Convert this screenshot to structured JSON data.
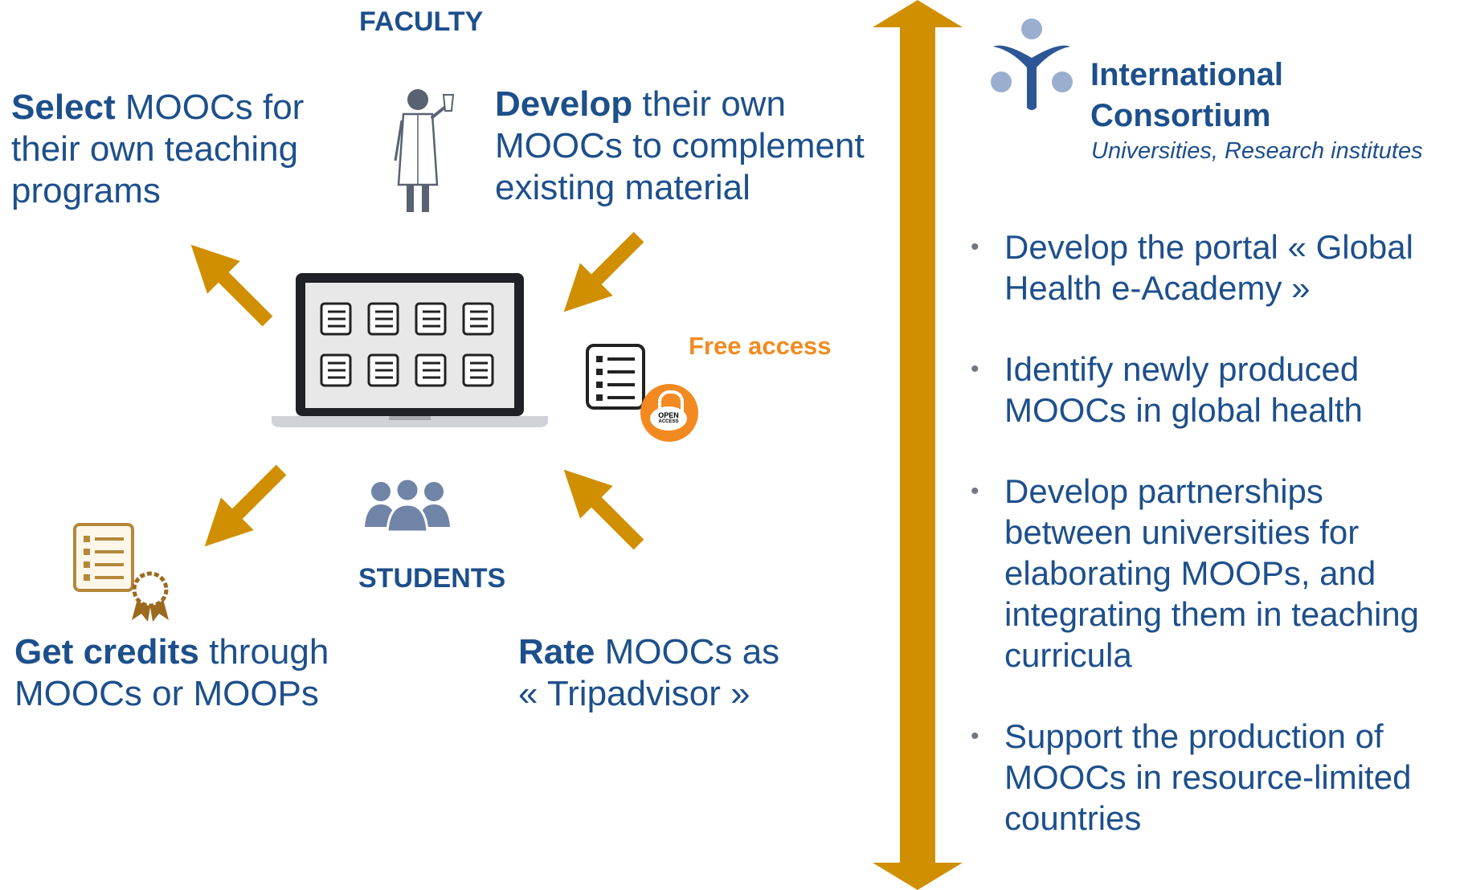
{
  "colors": {
    "arrow": "#d08f00",
    "text": "#1d4f8b",
    "free_access": "#f28a21",
    "people": "#6f84a6"
  },
  "faculty": {
    "heading": "FACULTY",
    "select": {
      "bold": "Select",
      "line1_rest": " MOOCs for",
      "line2": "their own teaching",
      "line3": "programs"
    },
    "develop": {
      "bold": "Develop",
      "line1_rest": " their own",
      "line2": "MOOCs to complement",
      "line3": "existing material"
    }
  },
  "free_access": "Free access",
  "open_access_badge": {
    "line1": "OPEN",
    "line2": "ACCESS"
  },
  "students": {
    "heading": "STUDENTS",
    "credits": {
      "bold": "Get credits",
      "line1_rest": " through",
      "line2": "MOOCs or MOOPs"
    },
    "rate": {
      "bold": "Rate",
      "line1_rest": " MOOCs as",
      "line2": "« Tripadvisor »"
    }
  },
  "consortium": {
    "title_line1": "International",
    "title_line2": "Consortium",
    "subtitle": "Universities, Research institutes",
    "bullets": [
      {
        "lines": [
          "Develop the portal « Global",
          "Health e-Academy »"
        ]
      },
      {
        "lines": [
          "Identify newly produced",
          "MOOCs in global health"
        ]
      },
      {
        "lines": [
          "Develop partnerships",
          "between universities for",
          "elaborating MOOPs, and",
          "integrating them in teaching",
          "curricula"
        ]
      },
      {
        "lines": [
          "Support the production of",
          "MOOCs in resource-limited",
          "countries"
        ]
      }
    ]
  },
  "icons": {
    "laptop": "laptop-icon",
    "scientist": "scientist-icon",
    "students": "people-group-icon",
    "certificate": "certificate-icon",
    "document": "document-list-icon",
    "open_access": "open-access-icon",
    "consortium_logo": "consortium-logo-icon"
  }
}
